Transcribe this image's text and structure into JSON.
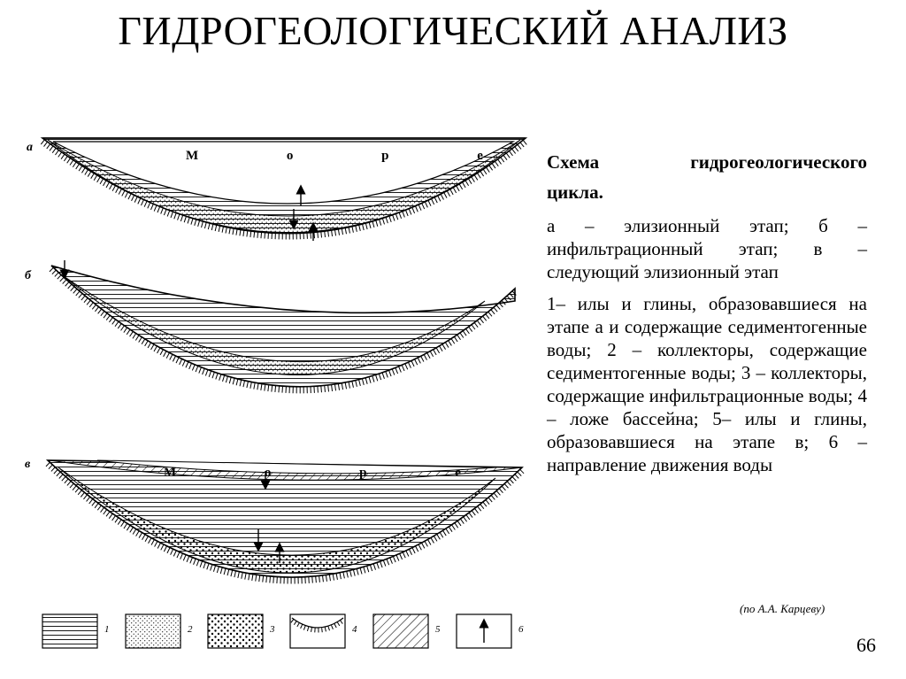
{
  "title": "ГИДРОГЕОЛОГИЧЕСКИЙ АНАЛИЗ",
  "caption": {
    "heading_line1": "Схема гидрогеологического",
    "heading_line2": "цикла.",
    "stages": "а – элизионный этап; б – инфильтрационный этап; в – следующий элизионный этап",
    "legend_text": "1– илы и глины, образовавшиеся на этапе а и содержащие седиментогенные воды; 2 – коллекторы, содержащие седиментогенные воды; 3 – коллекторы, содержащие инфильтрационные воды; 4 – ложе бассейна; 5– илы и глины, образовавшиеся на этапе в; 6 – направление движения воды"
  },
  "panels": [
    {
      "label": "а",
      "sea_label": "М о р е"
    },
    {
      "label": "б",
      "sea_label": ""
    },
    {
      "label": "в",
      "sea_label": "М о р е"
    }
  ],
  "legend": [
    {
      "number": "1",
      "pattern": "horizontal-lines"
    },
    {
      "number": "2",
      "pattern": "fine-dots"
    },
    {
      "number": "3",
      "pattern": "coarse-dots"
    },
    {
      "number": "4",
      "pattern": "basin-bed"
    },
    {
      "number": "5",
      "pattern": "diagonal-hatch"
    },
    {
      "number": "6",
      "pattern": "arrow"
    }
  ],
  "source": "(по А.А. Карцеву)",
  "page_number": "66"
}
